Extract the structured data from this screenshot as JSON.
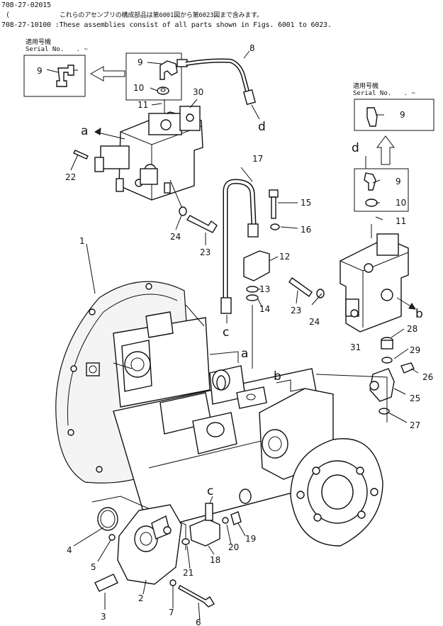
{
  "header": {
    "line1_code": "708-27-02015",
    "line1_text": "これらのアセンブリの構成部品は第6001図から第6023図まで含みます。",
    "line2_paren": "(",
    "line3_code": "708-27-10100",
    "line3_text": ":These assemblies consist of all parts shown in Figs. 6001 to 6023."
  },
  "serial_box_left": {
    "title_jp": "適用号機",
    "title_en": "Serial No.",
    "range": ". ~"
  },
  "serial_box_right": {
    "title_jp": "適用号機",
    "title_en": "Serial No.",
    "range": ". ~"
  },
  "callouts": {
    "p1": "1",
    "p2": "2",
    "p3": "3",
    "p4": "4",
    "p5": "5",
    "p6": "6",
    "p7": "7",
    "p8": "8",
    "p9_left": "9",
    "p9_top": "9",
    "p9_right_box": "9",
    "p9_right": "9",
    "p10_top": "10",
    "p10_right": "10",
    "p11_top": "11",
    "p11_right": "11",
    "p12": "12",
    "p13": "13",
    "p14": "14",
    "p15": "15",
    "p16": "16",
    "p17": "17",
    "p18": "18",
    "p19": "19",
    "p20": "20",
    "p21": "21",
    "p22": "22",
    "p23_left": "23",
    "p23_right": "23",
    "p24_left": "24",
    "p24_right": "24",
    "p25": "25",
    "p26": "26",
    "p27": "27",
    "p28": "28",
    "p29": "29",
    "p30": "30",
    "p31": "31"
  },
  "connection_letters": {
    "a_top": "a",
    "a_pump": "a",
    "b_right": "b",
    "b_pump": "b",
    "c_hose": "c",
    "c_pump": "c",
    "d_hose": "d",
    "d_right": "d"
  }
}
